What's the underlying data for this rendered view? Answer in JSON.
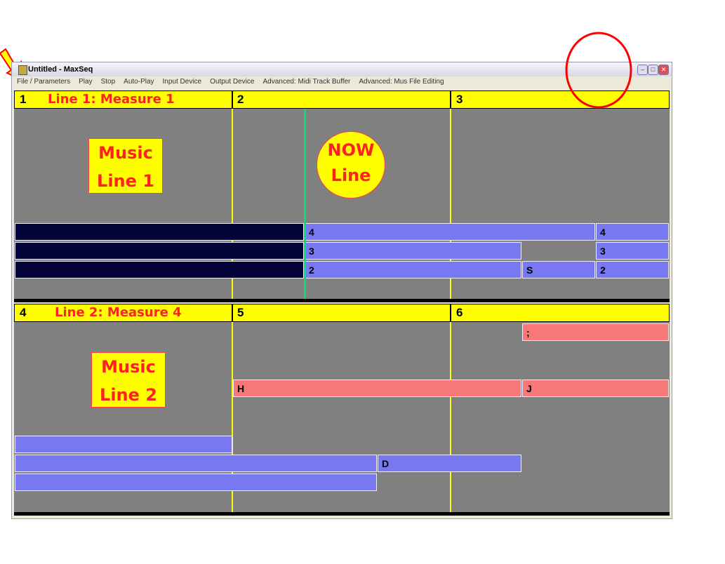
{
  "window": {
    "title": "Untitled - MaxSeq",
    "minimize": "–",
    "maximize": "□",
    "close": "✕"
  },
  "menu": [
    "File / Parameters",
    "Play",
    "Stop",
    "Auto-Play",
    "Input Device",
    "Output Device",
    "Advanced: Midi Track Buffer",
    "Advanced: Mus File Editing"
  ],
  "line1": {
    "measures": [
      "1",
      "2",
      "3"
    ],
    "label": "Line 1: Measure 1",
    "music_label_1": "Music",
    "music_label_2": "Line 1",
    "now_1": "NOW",
    "now_2": "Line",
    "bars": {
      "r1a": "4",
      "r1b": "4",
      "r2a": "3",
      "r2b": "3",
      "r3a": "2",
      "r3s": "S",
      "r3b": "2"
    }
  },
  "line2": {
    "measures": [
      "4",
      "5",
      "6"
    ],
    "label": "Line 2: Measure 4",
    "music_label_1": "Music",
    "music_label_2": "Line 2",
    "bars": {
      "semi": ";",
      "h": "H",
      "j": "J",
      "d": "D"
    }
  },
  "colors": {
    "header": "#ffff00",
    "now_line": "#00e070",
    "annotation": "#ff0000"
  }
}
